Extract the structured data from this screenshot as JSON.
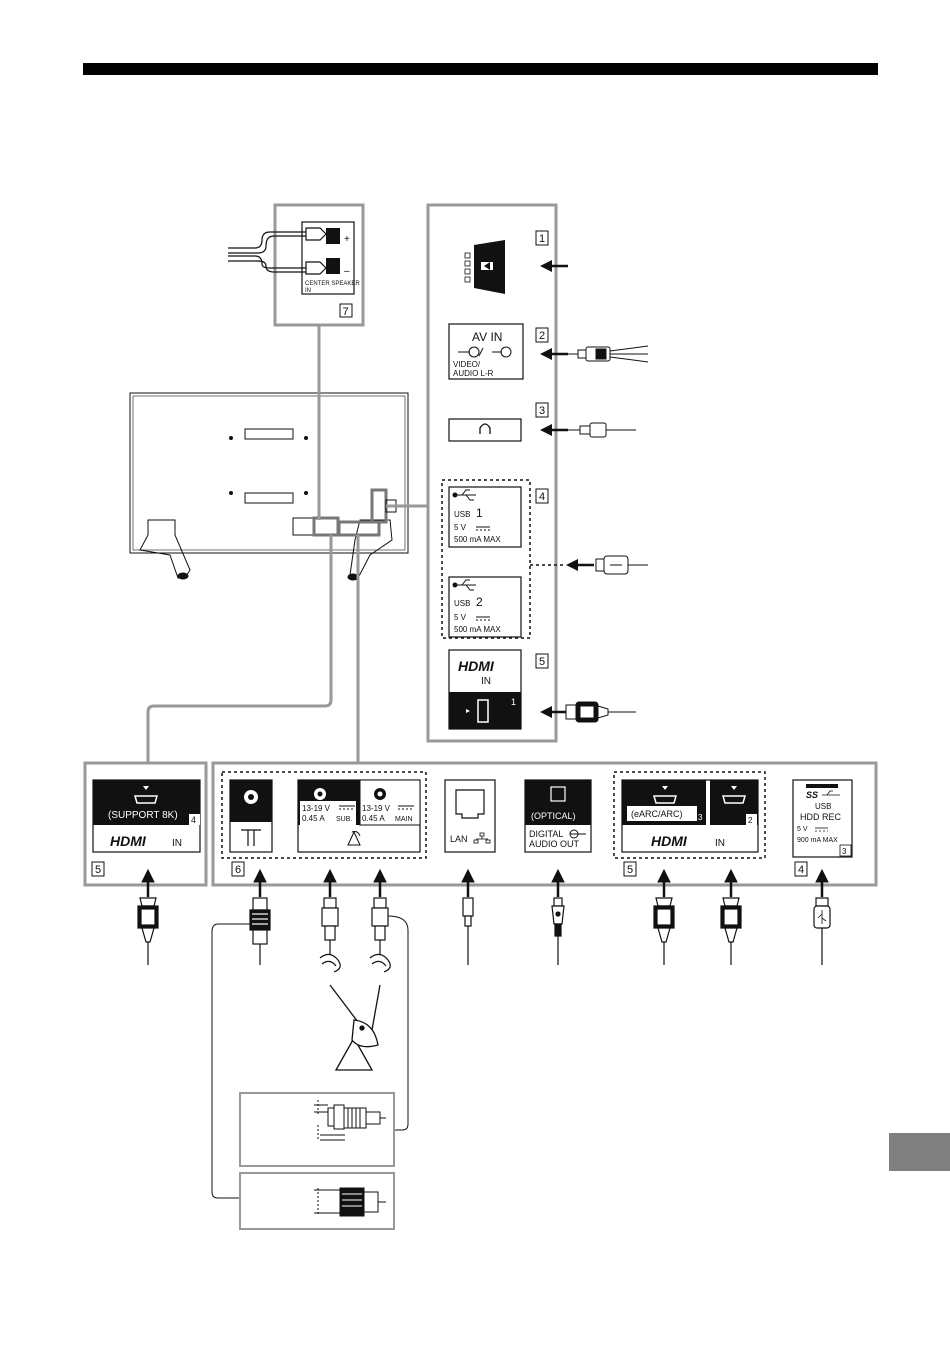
{
  "side_panel": {
    "marker_1": "1",
    "marker_2": "2",
    "marker_3": "3",
    "marker_4": "4",
    "marker_5": "5",
    "av_in_title": "AV IN",
    "av_in_line1": "VIDEO/",
    "av_in_line2": "AUDIO L-R",
    "usb1_label": "USB",
    "usb1_num": "1",
    "usb1_volt": "5 V",
    "usb1_amp": "500 mA MAX",
    "usb2_label": "USB",
    "usb2_num": "2",
    "usb2_volt": "5 V",
    "usb2_amp": "500 mA MAX",
    "hdmi_logo": "HDMI",
    "hdmi_in": "IN",
    "hdmi_port_num": "1"
  },
  "center_speaker": {
    "plus": "+",
    "minus": "–",
    "label_line1": "CENTER SPEAKER",
    "label_line2": "IN",
    "marker": "7"
  },
  "bottom_left": {
    "support": "(SUPPORT 8K)",
    "port_num": "4",
    "hdmi_logo": "HDMI",
    "hdmi_in": "IN",
    "marker": "5"
  },
  "bottom_panel": {
    "antenna_marker": "6",
    "sat_sub_volt": "13-19 V",
    "sat_sub_amp": "0.45 A",
    "sat_sub_label": "SUB.",
    "sat_main_volt": "13-19 V",
    "sat_main_amp": "0.45 A",
    "sat_main_label": "MAIN",
    "lan_label": "LAN",
    "optical_label": "(OPTICAL)",
    "digital_line1": "DIGITAL",
    "digital_line2": "AUDIO OUT",
    "earc_label": "(eARC/ARC)",
    "earc_port_num": "3",
    "hdmi2_port_num": "2",
    "hdmi_logo": "HDMI",
    "hdmi_in": "IN",
    "hdmi_marker": "5",
    "usb_ss": "SS",
    "usb_label": "USB",
    "hdd_rec": "HDD REC",
    "usb3_volt": "5 V",
    "usb3_amp": "900 mA MAX",
    "usb3_port_num": "3",
    "usb_marker": "4"
  }
}
